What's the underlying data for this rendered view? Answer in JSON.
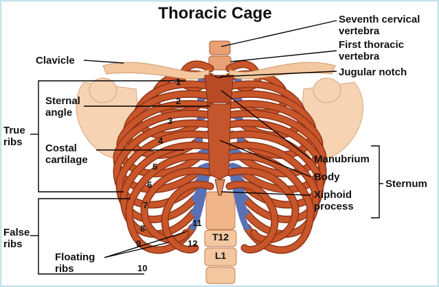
{
  "title": "Thoracic Cage",
  "colors": {
    "frame": "#c9e4ec",
    "bone": "#f3c7a0",
    "rib": "#c9562a",
    "rib_dark": "#8e3418",
    "cartilage": "#5a72b5",
    "sternum": "#b94a26",
    "line": "#000000"
  },
  "labels": {
    "seventh_cervical_1": "Seventh cervical",
    "seventh_cervical_2": "vertebra",
    "first_thoracic_1": "First thoracic",
    "first_thoracic_2": "vertebra",
    "jugular_notch": "Jugular notch",
    "clavicle": "Clavicle",
    "sternal_angle_1": "Sternal",
    "sternal_angle_2": "angle",
    "true_ribs_1": "True",
    "true_ribs_2": "ribs",
    "costal_cartilage_1": "Costal",
    "costal_cartilage_2": "cartilage",
    "manubrium": "Manubrium",
    "body": "Body",
    "xiphoid_1": "Xiphoid",
    "xiphoid_2": "process",
    "sternum": "Sternum",
    "false_ribs_1": "False",
    "false_ribs_2": "ribs",
    "floating_ribs_1": "Floating",
    "floating_ribs_2": "ribs"
  },
  "rib_numbers": [
    "1",
    "2",
    "3",
    "4",
    "5",
    "6",
    "7",
    "8",
    "9",
    "10",
    "11",
    "12"
  ],
  "vertebrae": {
    "t12": "T12",
    "l1": "L1"
  }
}
